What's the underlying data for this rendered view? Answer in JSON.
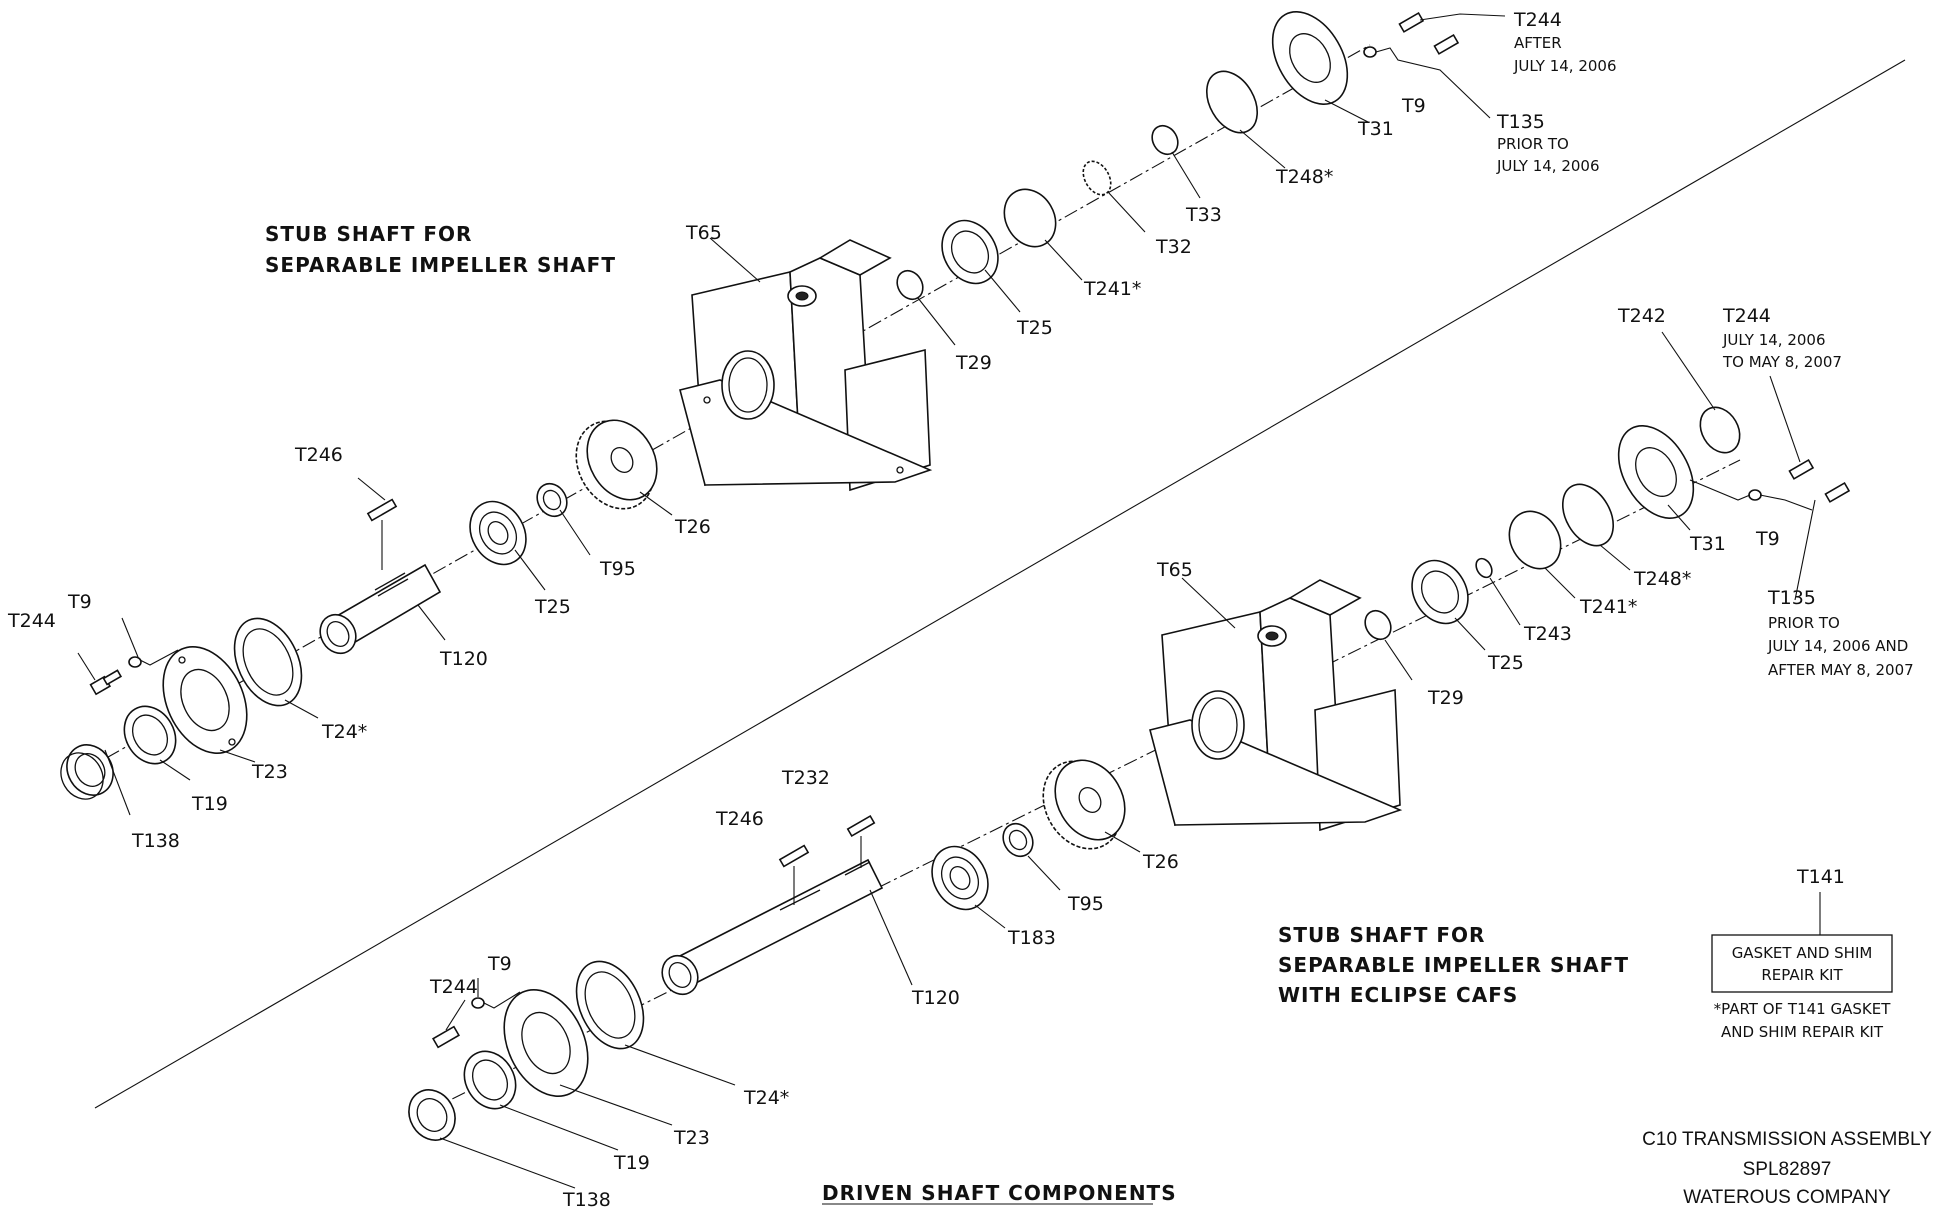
{
  "headings": {
    "upper": [
      "STUB SHAFT FOR",
      "SEPARABLE IMPELLER SHAFT"
    ],
    "lower": [
      "STUB SHAFT FOR",
      "SEPARABLE IMPELLER SHAFT",
      "WITH ECLIPSE CAFS"
    ],
    "bottom": "DRIVEN SHAFT COMPONENTS"
  },
  "title_block": [
    "C10 TRANSMISSION ASSEMBLY",
    "SPL82897",
    "WATEROUS COMPANY"
  ],
  "repair_kit": {
    "part": "T141",
    "box": [
      "GASKET AND SHIM",
      "REPAIR KIT"
    ],
    "note": [
      "*PART OF T141 GASKET",
      "AND SHIM REPAIR KIT"
    ]
  },
  "upper_assembly": {
    "labels": {
      "t244": "T244",
      "t244_note": [
        "AFTER",
        "JULY 14, 2006"
      ],
      "t135": "T135",
      "t135_note": [
        "PRIOR TO",
        "JULY 14, 2006"
      ],
      "t9": "T9",
      "t31": "T31",
      "t248": "T248*",
      "t33": "T33",
      "t32": "T32",
      "t241": "T241*",
      "t25a": "T25",
      "t29": "T29",
      "t65": "T65",
      "t26": "T26",
      "t95": "T95",
      "t25b": "T25",
      "t246": "T246",
      "t120": "T120",
      "t24": "T24*",
      "t23": "T23",
      "t19": "T19",
      "t138": "T138",
      "t9b": "T9",
      "t244b": "T244"
    }
  },
  "lower_assembly": {
    "labels": {
      "t242": "T242",
      "t244": "T244",
      "t244_note": [
        "JULY 14, 2006",
        "TO MAY 8, 2007"
      ],
      "t31": "T31",
      "t9": "T9",
      "t135": "T135",
      "t135_note": [
        "PRIOR TO",
        "JULY 14, 2006 AND",
        "AFTER MAY 8, 2007"
      ],
      "t248": "T248*",
      "t241": "T241*",
      "t243": "T243",
      "t25": "T25",
      "t29": "T29",
      "t65": "T65",
      "t26": "T26",
      "t95": "T95",
      "t183": "T183",
      "t232": "T232",
      "t246": "T246",
      "t120": "T120",
      "t24": "T24*",
      "t23": "T23",
      "t19": "T19",
      "t138": "T138",
      "t9b": "T9",
      "t244b": "T244"
    }
  }
}
